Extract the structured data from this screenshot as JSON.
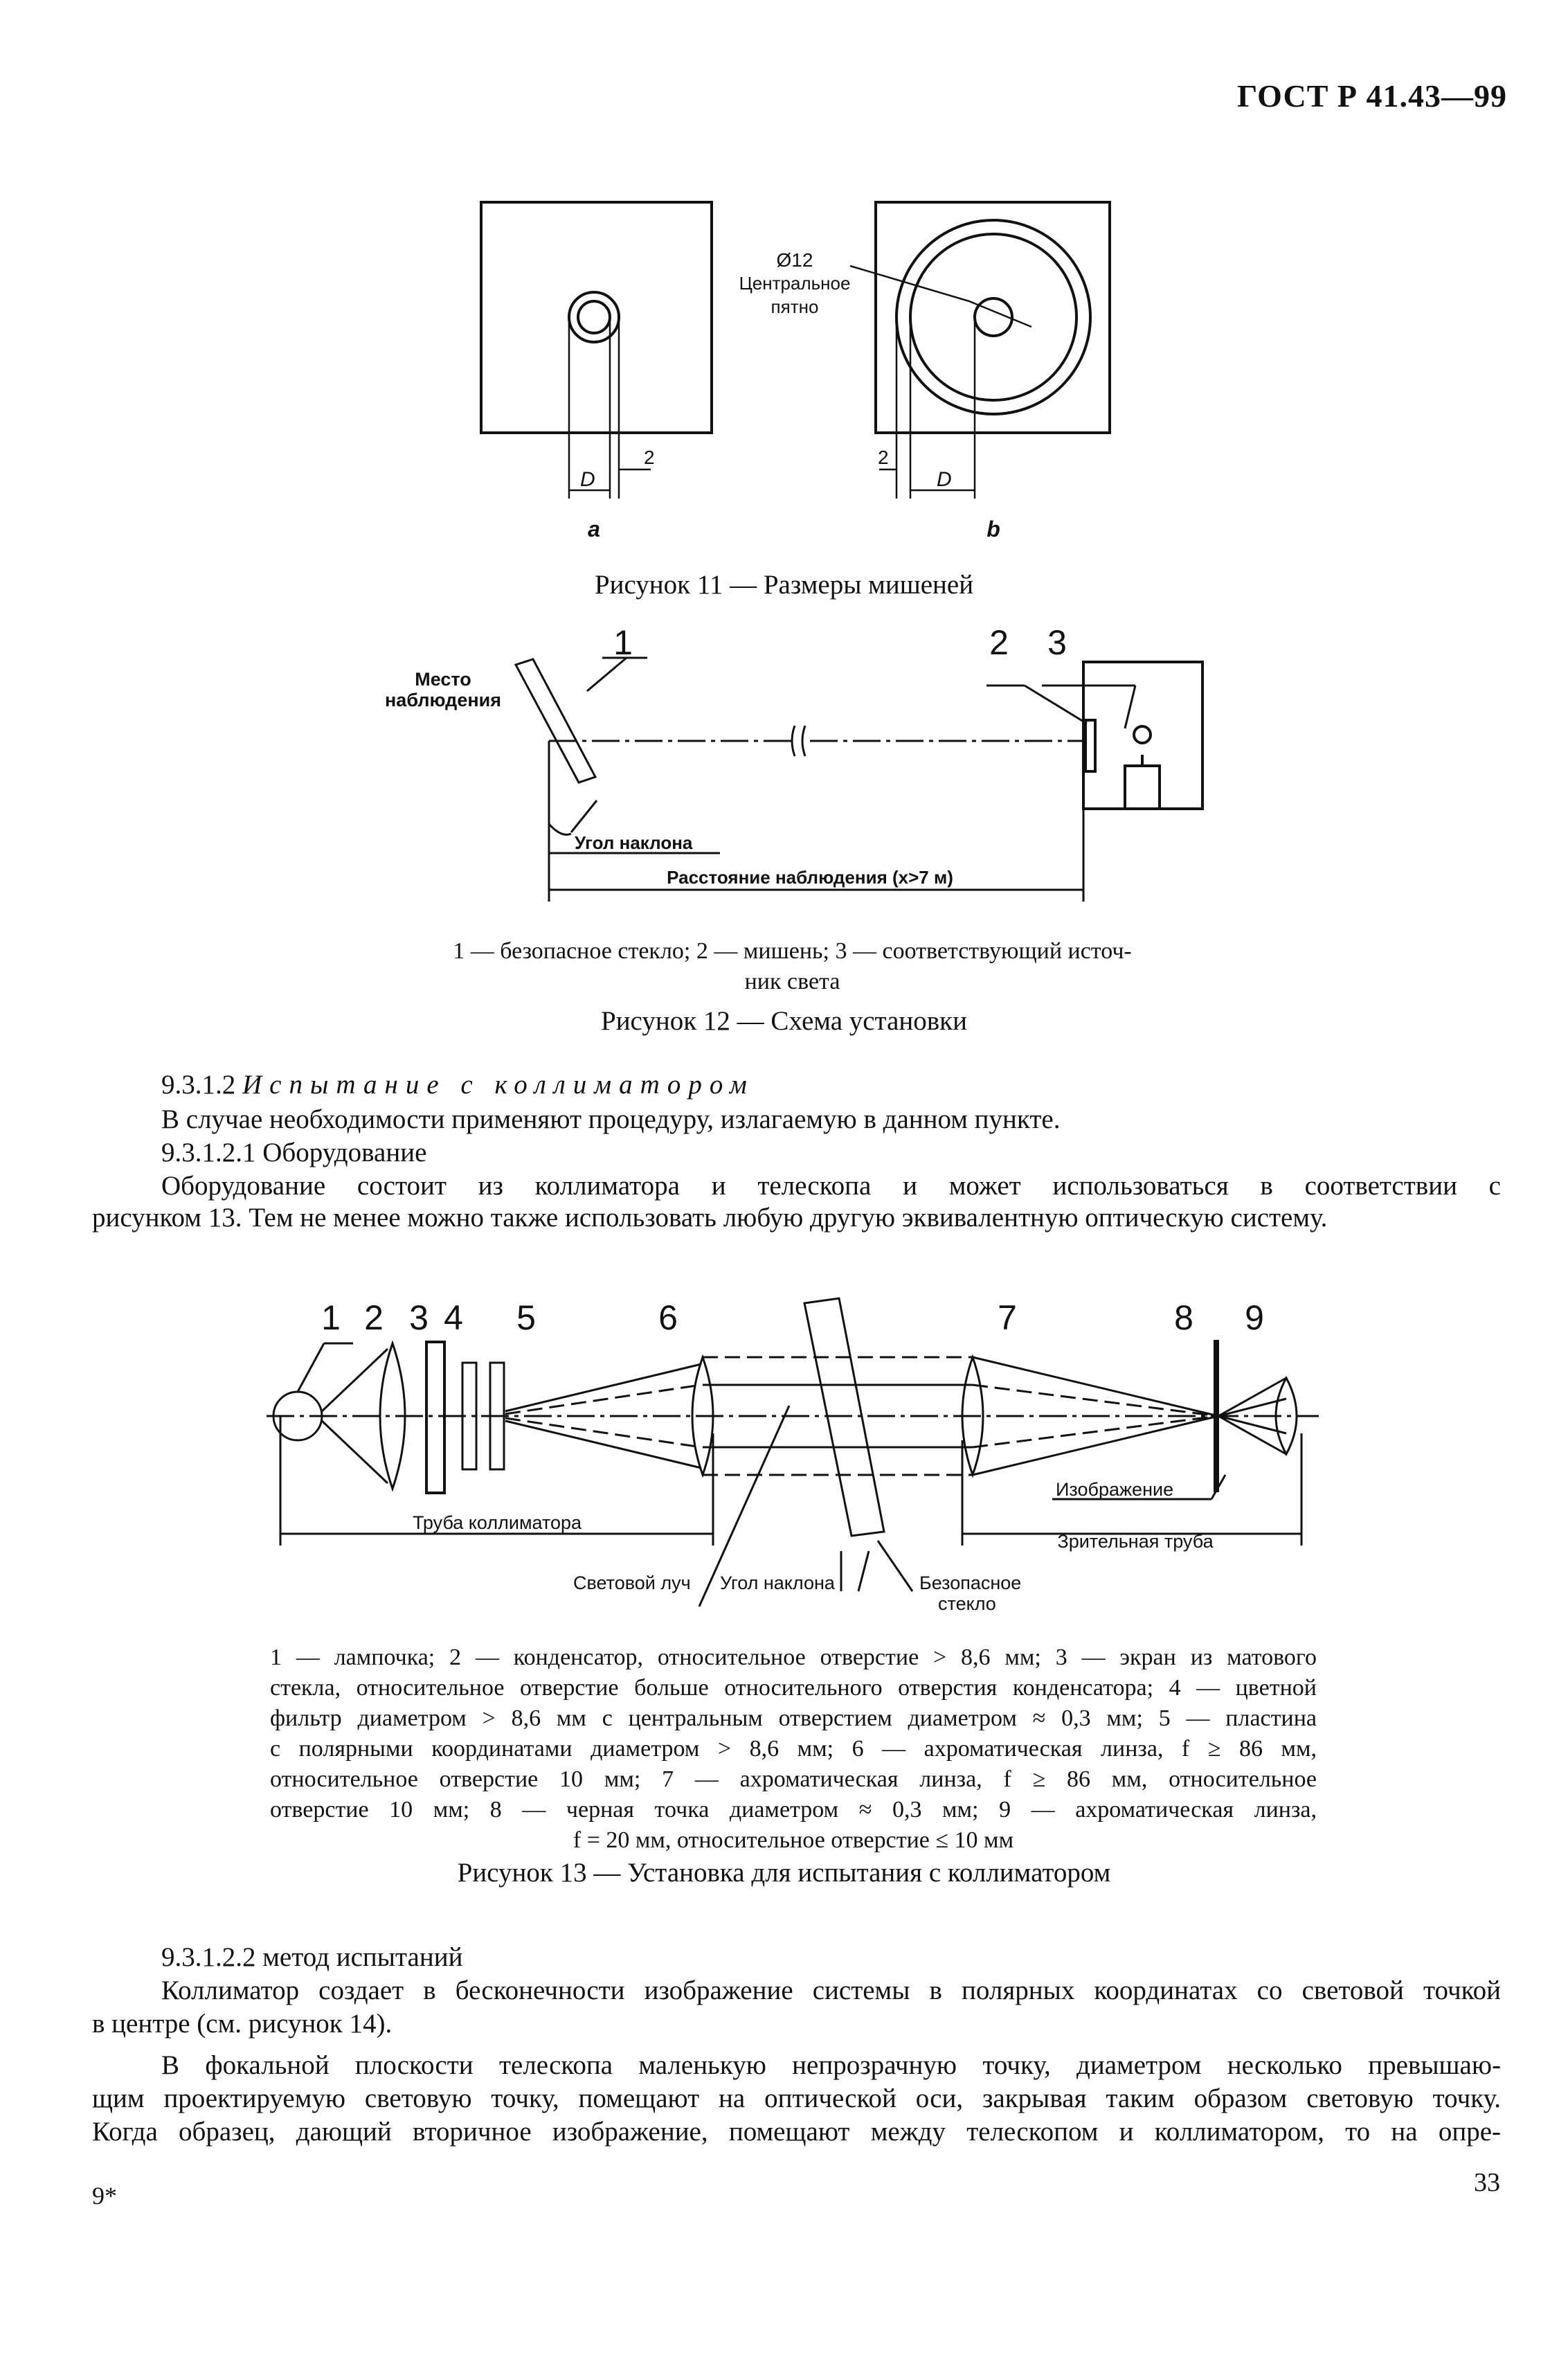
{
  "header": {
    "standard": "ГОСТ Р 41.43—99"
  },
  "figure11": {
    "a": {
      "dim_d": "D",
      "dim_2": "2",
      "label": "a"
    },
    "b": {
      "dim_d": "D",
      "dim_2": "2",
      "label": "b",
      "note_size": "Ø12",
      "note_line1": "Центральное",
      "note_line2": "пятно"
    },
    "caption": "Рисунок 11 — Размеры мишеней"
  },
  "figure12": {
    "place_line1": "Место",
    "place_line2": "наблюдения",
    "n1": "1",
    "n2": "2",
    "n3": "3",
    "angle": "Угол наклона",
    "distance": "Расстояние наблюдения (x>7 м)",
    "legend_line1": "1 — безопасное стекло; 2 — мишень; 3 — соответствующий источ-",
    "legend_line2": "ник света",
    "caption": "Рисунок 12 — Схема установки"
  },
  "section": {
    "heading_num": "9.3.1.2",
    "heading_title": "Испытание с коллиматором",
    "p1": "В случае необходимости применяют процедуру, излагаемую в данном пункте.",
    "sub1": "9.3.1.2.1 Оборудование",
    "p2_line1": "Оборудование состоит из коллиматора и телескопа и может использоваться в соответствии с",
    "p2_line2": "рисунком 13. Тем не менее можно также использовать любую другую эквивалентную оптическую систему."
  },
  "figure13": {
    "numbers": [
      "1",
      "2",
      "3",
      "4",
      "5",
      "6",
      "7",
      "8",
      "9"
    ],
    "tube_collimator": "Труба коллиматора",
    "image": "Изображение",
    "telescope": "Зрительная труба",
    "light_beam": "Световой луч",
    "angle": "Угол наклона",
    "glass_line1": "Безопасное",
    "glass_line2": "стекло",
    "legend": [
      "1 — лампочка; 2 — конденсатор, относительное отверстие > 8,6 мм; 3 — экран из матового",
      "стекла, относительное отверстие больше относительного отверстия конденсатора; 4 — цветной",
      "фильтр диаметром > 8,6 мм с центральным отверстием диаметром ≈ 0,3 мм; 5 — пластина",
      "с полярными координатами диаметром > 8,6 мм; 6 — ахроматическая линза, f ≥ 86 мм,",
      "относительное отверстие 10 мм; 7 — ахроматическая линза, f ≥ 86 мм, относительное",
      "отверстие 10 мм; 8 — черная точка диаметром ≈ 0,3 мм; 9 — ахроматическая линза,"
    ],
    "legend_last": "f = 20 мм, относительное отверстие ≤ 10 мм",
    "caption": "Рисунок 13 — Установка для испытания с коллиматором"
  },
  "method": {
    "sub2": "9.3.1.2.2 метод испытаний",
    "p3_line1": "Коллиматор создает в бесконечности изображение системы в полярных координатах со световой точкой",
    "p3_line2": "в центре (см. рисунок 14).",
    "p4_line1": "В фокальной плоскости телескопа маленькую непрозрачную точку, диаметром несколько превышаю-",
    "p4_line2": "щим проектируемую световую точку, помещают на оптической оси, закрывая таким образом световую точку.",
    "p4_line3": "Когда образец, дающий вторичное изображение, помещают между телескопом и коллиматором, то на опре-"
  },
  "footer": {
    "left": "9*",
    "page": "33"
  }
}
